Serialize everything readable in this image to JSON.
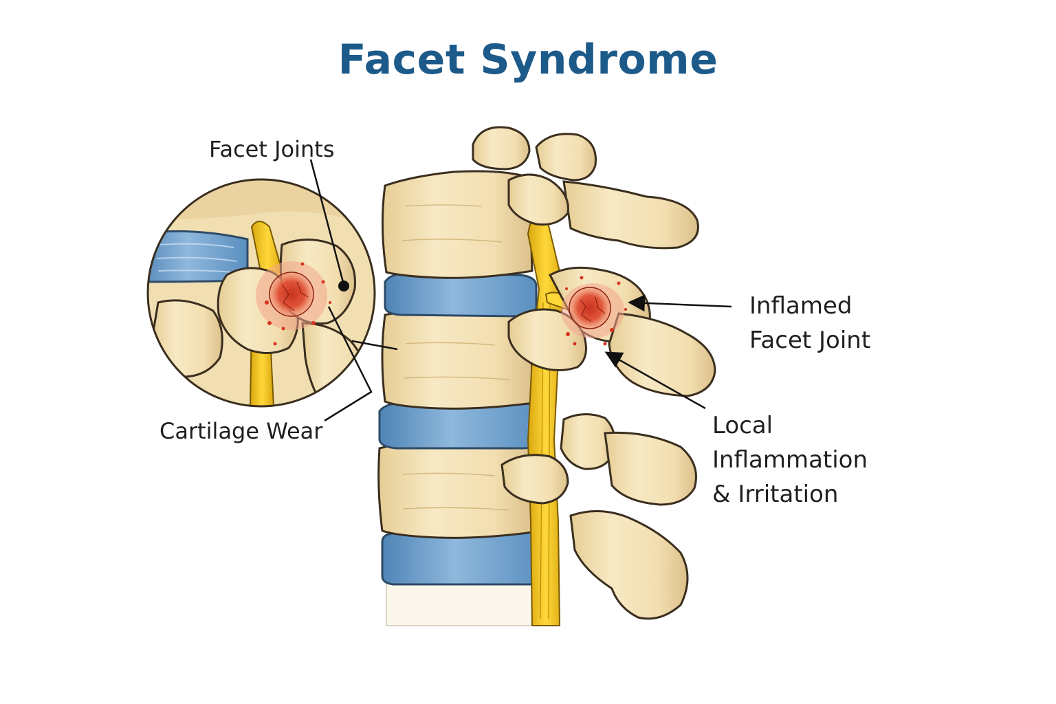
{
  "title": "Facet Syndrome",
  "labels": {
    "facet_joints": "Facet Joints",
    "cartilage_wear": "Cartilage Wear",
    "inflamed_facet_joint": [
      "Inflamed",
      "Facet Joint"
    ],
    "local_inflammation": [
      "Local",
      "Inflammation",
      "& Irritation"
    ]
  },
  "colors": {
    "title": "#1c5a8a",
    "bone": "#f3e2b6",
    "bone_shadow": "#d8b97c",
    "disc": "#6f9fcb",
    "nerve": "#f0c419",
    "inflammation": "#d94a2f",
    "outline": "#3a2e1f"
  }
}
